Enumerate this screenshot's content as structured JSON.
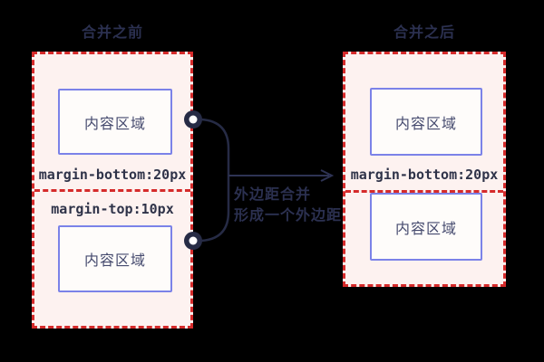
{
  "diagram": {
    "before": {
      "title": "合并之前",
      "box1_label": "内容区域",
      "margin_bottom_label": "margin-bottom:20px",
      "margin_top_label": "margin-top:10px",
      "box2_label": "内容区域"
    },
    "after": {
      "title": "合并之后",
      "box1_label": "内容区域",
      "margin_bottom_label": "margin-bottom:20px",
      "box2_label": "内容区域"
    },
    "annotation": {
      "line1": "外边距合并",
      "line2": "形成一个外边距"
    },
    "colors": {
      "background": "#000000",
      "panel_fill": "#fdf2f0",
      "dashed_red": "#d52b2b",
      "content_border": "#7b82e8",
      "content_fill": "#fefcfa",
      "content_text": "#454a6e",
      "code_text": "#2f3349",
      "title_text": "#2b3050",
      "connector": "#262b45",
      "dot_center": "#ffffff"
    }
  }
}
